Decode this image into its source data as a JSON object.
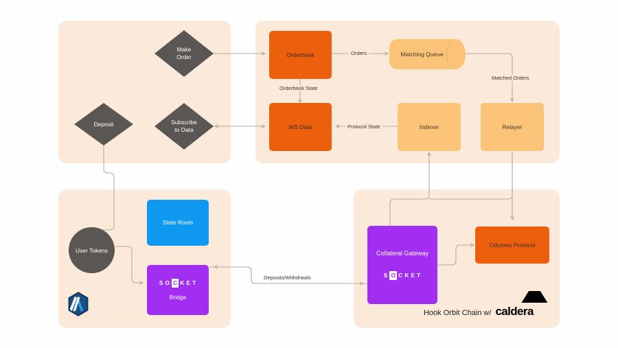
{
  "diagram": {
    "title": "Hook protocol architecture diagram",
    "background": "#fefefe",
    "panel_color": "#fbeada"
  },
  "colors": {
    "panel": "#fbeada",
    "orange_strong": "#ec5f0c",
    "orange_light": "#fbc479",
    "blue": "#0e98ef",
    "purple": "#a22ef2",
    "grey": "#595654",
    "wire": "#b3aca3"
  },
  "panels": [
    {
      "name": "user-actions-panel"
    },
    {
      "name": "offchain-services-panel"
    },
    {
      "name": "arbitrum-panel"
    },
    {
      "name": "hook-orbit-chain-panel"
    }
  ],
  "nodes": {
    "make_order": "Make\nOrder",
    "make_order_line1": "Make",
    "make_order_line2": "Order",
    "deposit": "Deposit",
    "subscribe_line1": "Subscribe",
    "subscribe_line2": "to Data",
    "orderbook": "Orderbook",
    "matching_queue": "Matching Queue",
    "ws_data": "WS Data",
    "indexer": "Indexer",
    "relayer": "Relayer",
    "user_tokens": "User Tokens",
    "state_roots": "State Roots",
    "bridge": "Bridge",
    "collateral_gateway": "Collateral Gateway",
    "odyssey_protocol": "Odyssey Protocol"
  },
  "edge_labels": {
    "orders": "Orders",
    "orderbook_state": "Orderbook State",
    "matched_orders": "Matched Orders",
    "protocol_state": "Protocol State",
    "deposits_withdrawls": "Deposits/Withdrawls"
  },
  "logos": {
    "socket_letters_bridge": [
      "S",
      "O",
      "C",
      "K",
      "E",
      "T"
    ],
    "socket_boxed_index_bridge": 2,
    "socket_letters_gateway": [
      "S",
      "O",
      "C",
      "K",
      "E",
      "T"
    ],
    "socket_boxed_index_gateway": 1,
    "caldera_prefix": "Hook Orbit Chain w/",
    "caldera_brand": "caldera",
    "arbitrum": "arbitrum-logo"
  }
}
